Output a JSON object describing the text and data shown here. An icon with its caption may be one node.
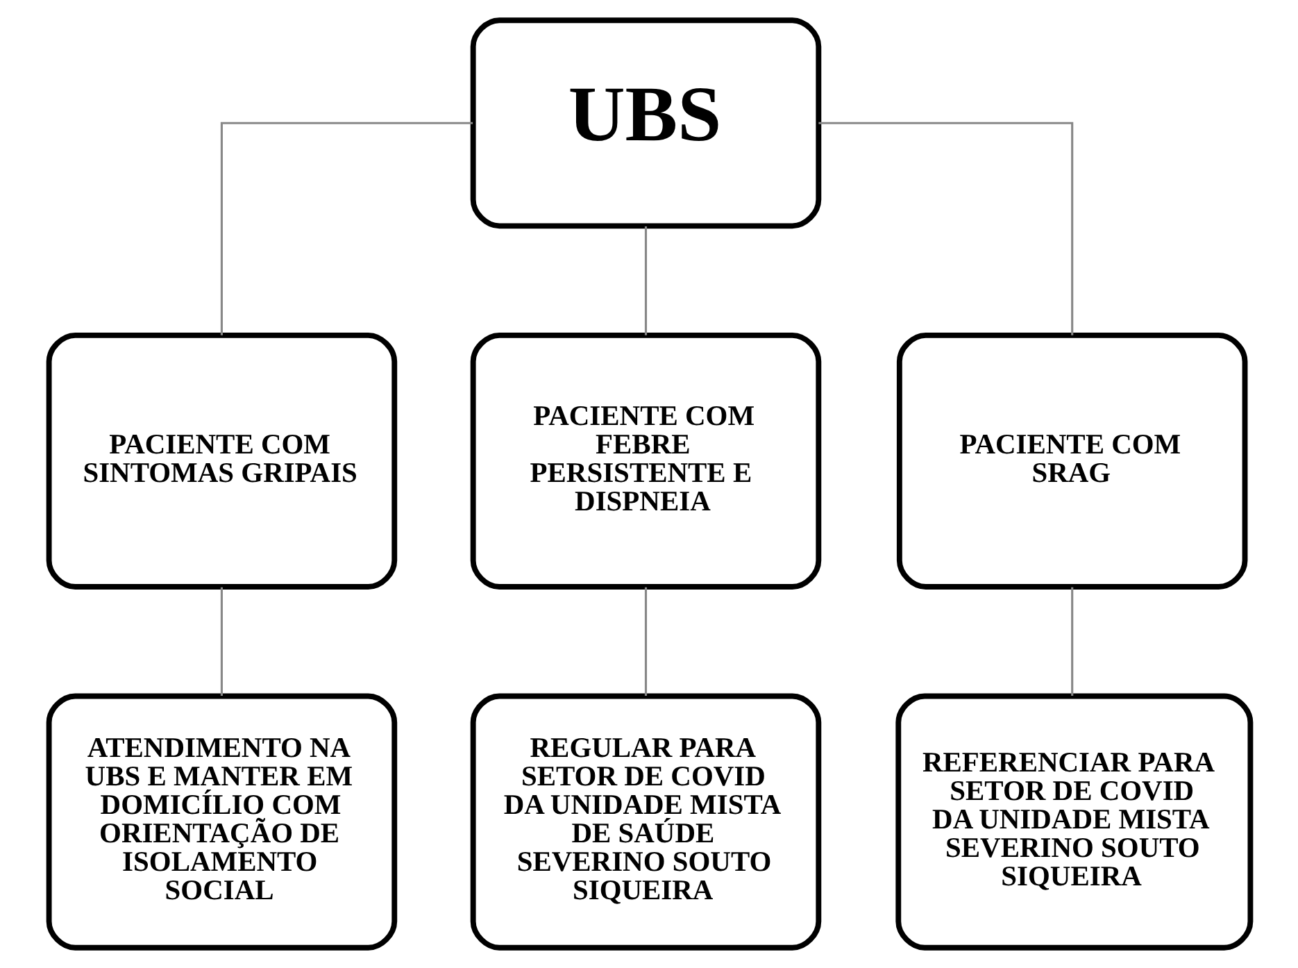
{
  "diagram": {
    "nodes": [
      {
        "text": [
          "UBS"
        ]
      },
      {
        "text": [
          "PACIENTE COM SINTOMAS GRIPAIS"
        ]
      },
      {
        "text": [
          "PACIENTE COM FEBRE PERSISTENTE E DISPNEIA"
        ]
      },
      {
        "text": [
          "PACIENTE COM SRAG"
        ]
      },
      {
        "text": [
          "ATENDIMENTO NA UBS E MANTER EM DOMICÍLIO COM ORIENTAÇÃO DE ISOLAMENTO SOCIAL"
        ]
      },
      {
        "text": [
          "REGULAR PARA SETOR DE COVID DA UNIDADE MISTA DE SAÚDE SEVERINO SOUTO SIQUEIRA"
        ]
      },
      {
        "text": [
          "REFERENCIAR PARA SETOR DE COVID DA UNIDADE MISTA SEVERINO SOUTO SIQUEIRA"
        ]
      }
    ],
    "edges": [
      {
        "from": 0,
        "to": 1,
        "arrow": "none"
      },
      {
        "from": 0,
        "to": 2,
        "arrow": "none"
      },
      {
        "from": 0,
        "to": 3,
        "arrow": "none"
      },
      {
        "from": 1,
        "to": 4,
        "arrow": "none"
      },
      {
        "from": 2,
        "to": 5,
        "arrow": "none"
      },
      {
        "from": 3,
        "to": 6,
        "arrow": "none"
      }
    ]
  }
}
